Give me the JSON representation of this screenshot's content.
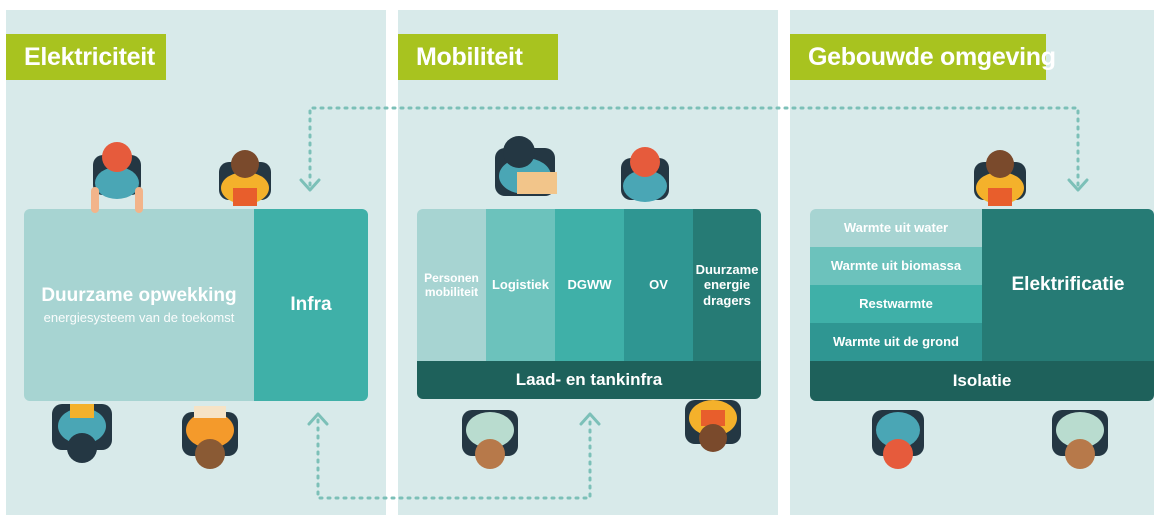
{
  "colors": {
    "panel_bg": "#d8eaea",
    "title_bg": "#a8c31f",
    "dark_teal": "#1f6b64",
    "mid_teal": "#3a9e9a",
    "light_teal": "#9fd0ce",
    "dotted_line": "#7cc0b8"
  },
  "panels": [
    {
      "title": "Elektriciteit",
      "left_block": {
        "title": "Duurzame opwekking",
        "subtitle": "energiesysteem van de toekomst"
      },
      "right_block": {
        "title": "Infra"
      }
    },
    {
      "title": "Mobiliteit",
      "columns": [
        "Personen mobiliteit",
        "Logistiek",
        "DGWW",
        "OV",
        "Duurzame energie dragers"
      ],
      "bottom_bar": "Laad- en tankinfra"
    },
    {
      "title": "Gebouwde omgeving",
      "rows": [
        "Warmte uit water",
        "Warmte uit biomassa",
        "Restwarmte",
        "Warmte uit de grond"
      ],
      "right_block": "Elektrificatie",
      "bottom_bar": "Isolatie"
    }
  ]
}
